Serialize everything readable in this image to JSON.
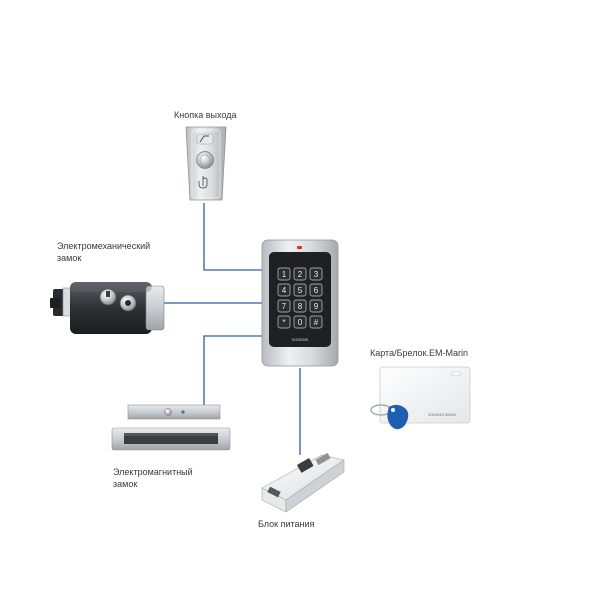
{
  "labels": {
    "exit_button": "Кнопка выхода",
    "electromech_lock_line1": "Электромеханический",
    "electromech_lock_line2": "замок",
    "card_fob": "Карта/Брелок.EM-Marin",
    "magnetic_lock_line1": "Электромагнитный",
    "magnetic_lock_line2": "замок",
    "power_supply": "Блок питания"
  },
  "keypad": {
    "keys": [
      "1",
      "2",
      "3",
      "4",
      "5",
      "6",
      "7",
      "8",
      "9",
      "*",
      "0",
      "#"
    ],
    "brand": "novicam"
  },
  "card": {
    "print": "0004043 05455"
  },
  "colors": {
    "wire": "#2f5d9e",
    "led": "#d9302a",
    "fob": "#1f5fb3"
  }
}
